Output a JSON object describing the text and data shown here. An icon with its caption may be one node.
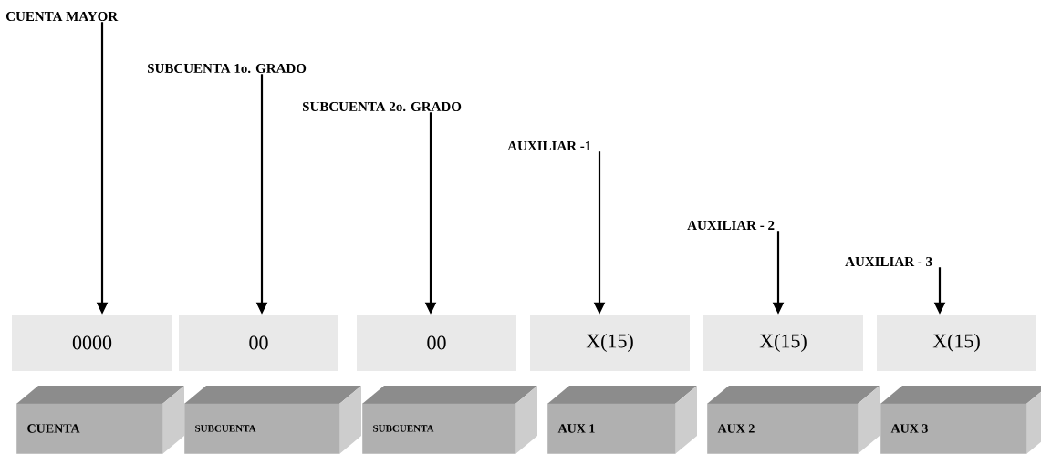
{
  "diagram": {
    "nodes": [
      {
        "text": [
          "CUENTA MAYOR"
        ]
      },
      {
        "text": [
          "SUBCUENTA 1o. GRADO"
        ]
      },
      {
        "text": [
          "SUBCUENTA 2o. GRADO"
        ]
      },
      {
        "text": [
          "AUXILIAR -1"
        ]
      },
      {
        "text": [
          "AUXILIAR - 2"
        ]
      },
      {
        "text": [
          "AUXILIAR - 3"
        ]
      },
      {
        "text": [
          "0000"
        ]
      },
      {
        "text": [
          "00"
        ]
      },
      {
        "text": [
          "00"
        ]
      },
      {
        "text": [
          "X(15)"
        ]
      },
      {
        "text": [
          "X(15)"
        ]
      },
      {
        "text": [
          "X(15)"
        ]
      },
      {
        "text": [
          "CUENTA"
        ]
      },
      {
        "text": [
          "SUBCUENTA"
        ]
      },
      {
        "text": [
          "SUBCUENTA"
        ]
      },
      {
        "text": [
          "AUX 1"
        ]
      },
      {
        "text": [
          "AUX 2"
        ]
      },
      {
        "text": [
          "AUX 3"
        ]
      }
    ],
    "edges": [
      {
        "from": 0,
        "to": 6,
        "arrow": "to"
      },
      {
        "from": 1,
        "to": 7,
        "arrow": "to"
      },
      {
        "from": 2,
        "to": 8,
        "arrow": "to"
      },
      {
        "from": 3,
        "to": 9,
        "arrow": "to"
      },
      {
        "from": 4,
        "to": 10,
        "arrow": "to"
      },
      {
        "from": 5,
        "to": 11,
        "arrow": "to"
      }
    ]
  }
}
